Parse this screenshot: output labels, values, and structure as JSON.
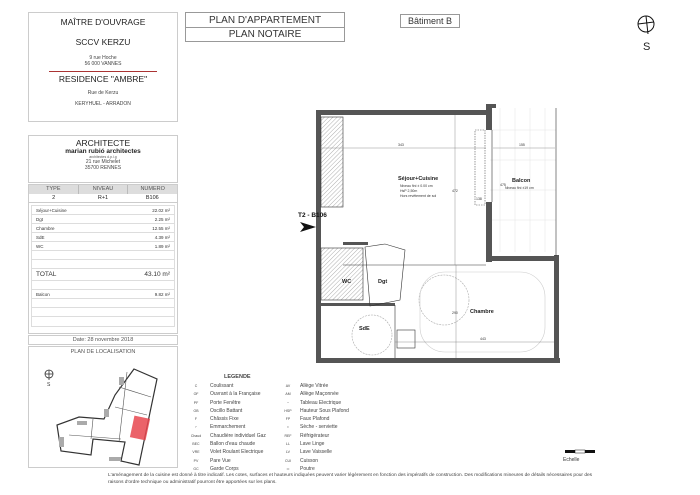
{
  "owner": {
    "heading": "MAÎTRE D'OUVRAGE",
    "name": "SCCV KERZU",
    "address1": "9 rue Hoche",
    "address2": "56 000 VANNES"
  },
  "residence": {
    "name": "RESIDENCE \"AMBRE\"",
    "street": "Rue de Kerzu",
    "city": "KERYHUEL - ARRADON"
  },
  "architect": {
    "heading": "ARCHITECTE",
    "firm": "marian rubió architectes",
    "subtitle": "architectes d.p.l.g",
    "address1": "21 rue Michelet",
    "address2": "35700 RENNES"
  },
  "unit": {
    "headers": [
      "TYPE",
      "NIVEAU",
      "NUMERO"
    ],
    "values": [
      "2",
      "R+1",
      "B106"
    ]
  },
  "surfaces": [
    {
      "room": "Séjour+Cuisine",
      "area": "22.02 m²"
    },
    {
      "room": "Dgt",
      "area": "2.25 m²"
    },
    {
      "room": "Chambre",
      "area": "12.55 m²"
    },
    {
      "room": "SdE",
      "area": "4.39 m²"
    },
    {
      "room": "WC",
      "area": "1.89 m²"
    }
  ],
  "total": {
    "label": "TOTAL",
    "area": "43.10 m²"
  },
  "balcony": {
    "label": "Balcon",
    "area": "9.82 m²"
  },
  "date": "Date: 28 novembre 2018",
  "location_plan": {
    "title": "PLAN DE LOCALISATION",
    "compass": "S",
    "highlight_color": "#e8474f"
  },
  "header": {
    "title1": "PLAN D'APPARTEMENT",
    "title2": "PLAN NOTAIRE",
    "building": "Bâtiment B"
  },
  "compass": "S",
  "plan": {
    "unit_label": "T2 - B106",
    "rooms": {
      "sejour": "Séjour+Cuisine",
      "sejour_n1": "Niveau fini ± 0.00 cm",
      "sejour_n2": "HsP 2,50m",
      "sejour_n3": "Hors revêtement de sol",
      "balcon": "Balcon",
      "balcon_n": "Niveau fini ±19 cm",
      "chambre": "Chambre",
      "sde": "SdE",
      "dgt": "Dgt",
      "wc": "WC"
    },
    "dims": {
      "d1": "343",
      "d2": "155",
      "d3": "472",
      "d4": "475",
      "d5": "138",
      "d6": "290",
      "d7": "443"
    }
  },
  "legend": {
    "title": "LEGENDE",
    "left": [
      [
        "C",
        "Coulissant"
      ],
      [
        "OF",
        "Ouvrant à la Française"
      ],
      [
        "PF",
        "Porte Fenêtre"
      ],
      [
        "OB",
        "Oscillo Battant"
      ],
      [
        "F",
        "Châssis Fixe"
      ],
      [
        "⌐",
        "Emmarchement"
      ],
      [
        "Chaud",
        "Chaudière individuel Gaz"
      ],
      [
        "BEC",
        "Ballon d'eau chaude"
      ],
      [
        "VRE",
        "Volet Roulant Electrique"
      ],
      [
        "PV",
        "Pare Vue"
      ],
      [
        "GC",
        "Garde Corps"
      ]
    ],
    "right": [
      [
        "AV",
        "Allège Vitrée"
      ],
      [
        "AM",
        "Allège Maçonnée"
      ],
      [
        "~",
        "Tableau Electrique"
      ],
      [
        "HSP",
        "Hauteur Sous Plafond"
      ],
      [
        "FP",
        "Faux Plafond"
      ],
      [
        "≈",
        "Sèche - serviette"
      ],
      [
        "REF",
        "Réfrigérateur"
      ],
      [
        "LL",
        "Lave Linge"
      ],
      [
        "LV",
        "Lave Vaisselle"
      ],
      [
        "CUI",
        "Cuisson"
      ],
      [
        "═",
        "Poutre"
      ]
    ]
  },
  "scale_label": "Echelle",
  "footer": "L'aménagement de la cuisine est donné à titre indicatif.  Les cotes, surfaces et hauteurs indiquées peuvent varier légèrement en fonction des impératifs de construction. Des modifications mineures de détails nécessaires pour des raisons d'ordre technique ou administratif pourront être apportées sur les plans."
}
